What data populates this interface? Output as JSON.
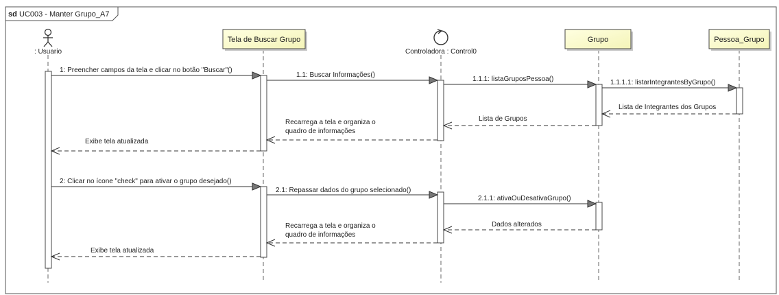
{
  "frame": {
    "keyword": "sd",
    "name": "UC003 - Manter Grupo_A7"
  },
  "actors": {
    "usuario": ": Usuario"
  },
  "controller": {
    "label": "Controladora : Control0"
  },
  "lifelines": {
    "tela": "Tela de Buscar Grupo",
    "grupo": "Grupo",
    "pessoa_grupo": "Pessoa_Grupo"
  },
  "messages": {
    "m1": "1: Preencher  campos da tela e clicar no botão \"Buscar\"()",
    "m1_1": "1.1: Buscar Informações()",
    "m1_1_1": "1.1.1: listaGruposPessoa()",
    "m1_1_1_1": "1.1.1.1: listarIntegrantesByGrupo()",
    "r_integrantes": "Lista de Integrantes dos Grupos",
    "r_grupos": "Lista de Grupos",
    "r_recarrega1_l1": "Recarrega a tela e organiza o",
    "r_recarrega1_l2": "quadro de informações",
    "r_exibe1": "Exibe tela atualizada",
    "m2": "2: Clicar no ícone \"check\"  para ativar o grupo desejado()",
    "m2_1": "2.1: Repassar dados do grupo selecionado()",
    "m2_1_1": "2.1.1: ativaOuDesativaGrupo()",
    "r_dados": "Dados alterados",
    "r_recarrega2_l1": "Recarrega a tela e organiza o",
    "r_recarrega2_l2": "quadro de informações",
    "r_exibe2": "Exibe tela atualizada"
  },
  "colors": {
    "box_fill": "#ffffcc",
    "line": "#333333"
  }
}
